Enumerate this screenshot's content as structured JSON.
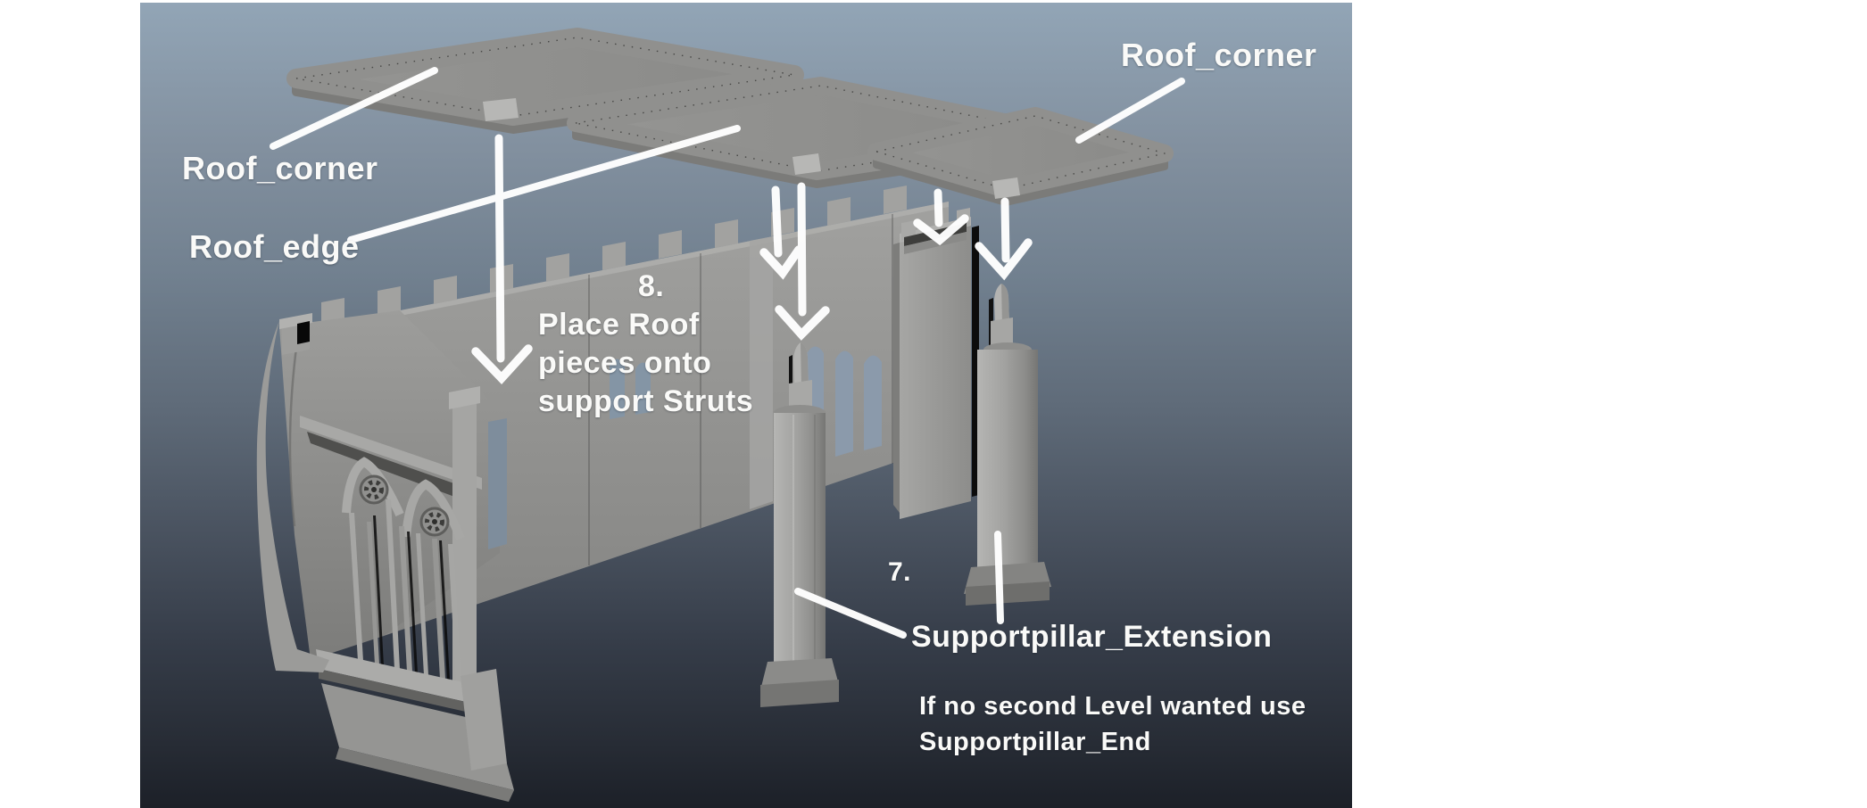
{
  "labels": {
    "roof_corner_left": "Roof_corner",
    "roof_edge": "Roof_edge",
    "roof_corner_right": "Roof_corner",
    "step8_number": "8.",
    "step8_line1": "Place Roof",
    "step8_line2": "pieces onto",
    "step8_line3": "support Struts",
    "step7_number": "7.",
    "supportpillar_extension": "Supportpillar_Extension",
    "note_line1": "If no second Level wanted use",
    "note_line2": "Supportpillar_End"
  },
  "colors": {
    "annotation_white": "#ffffff",
    "background_top": "#92a5b6",
    "background_bottom": "#1c2028",
    "model_gray": "#9a9a98"
  }
}
